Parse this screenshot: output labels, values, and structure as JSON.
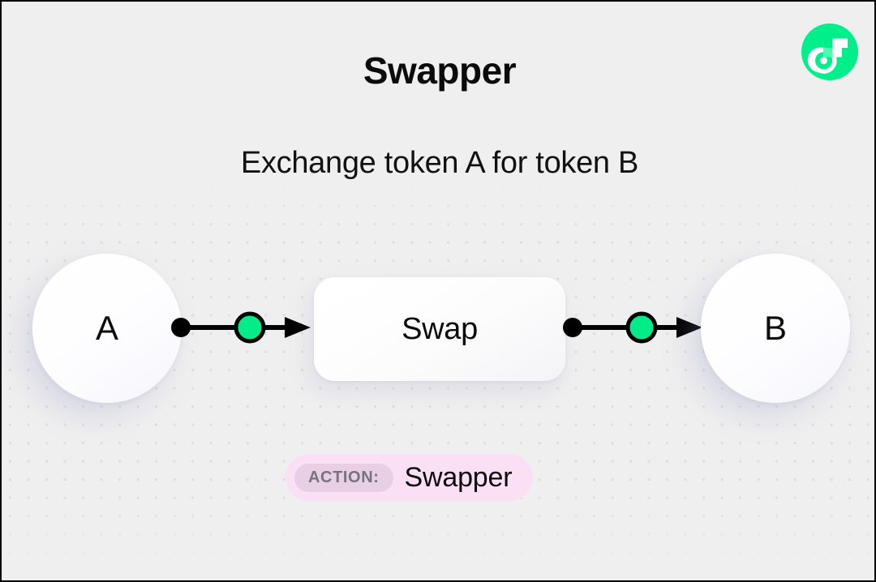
{
  "header": {
    "title": "Swapper",
    "subtitle": "Exchange token A for token B"
  },
  "brand": {
    "icon_name": "flow-logo-icon",
    "circle_color": "#00ef8b",
    "mark_color": "#ffffff",
    "accent_color": "#4dffae"
  },
  "diagram": {
    "input_node": {
      "label": "A"
    },
    "process_node": {
      "label": "Swap"
    },
    "output_node": {
      "label": "B"
    },
    "connectors": [
      {
        "id": "left",
        "from": "A",
        "to": "Swap",
        "marker": "green-dot"
      },
      {
        "id": "right",
        "from": "Swap",
        "to": "B",
        "marker": "green-dot"
      }
    ],
    "colors": {
      "edge": "#000000",
      "marker_fill": "#03ec8a",
      "marker_stroke": "#000000",
      "edge_glow": "#0b9c5e"
    }
  },
  "action_badge": {
    "key": "ACTION:",
    "value": "Swapper",
    "background": "#fbe0f5",
    "key_background": "#e9cfe4",
    "key_color": "#77737a"
  },
  "background": {
    "color": "#efefef",
    "dot_color": "#dedede"
  }
}
